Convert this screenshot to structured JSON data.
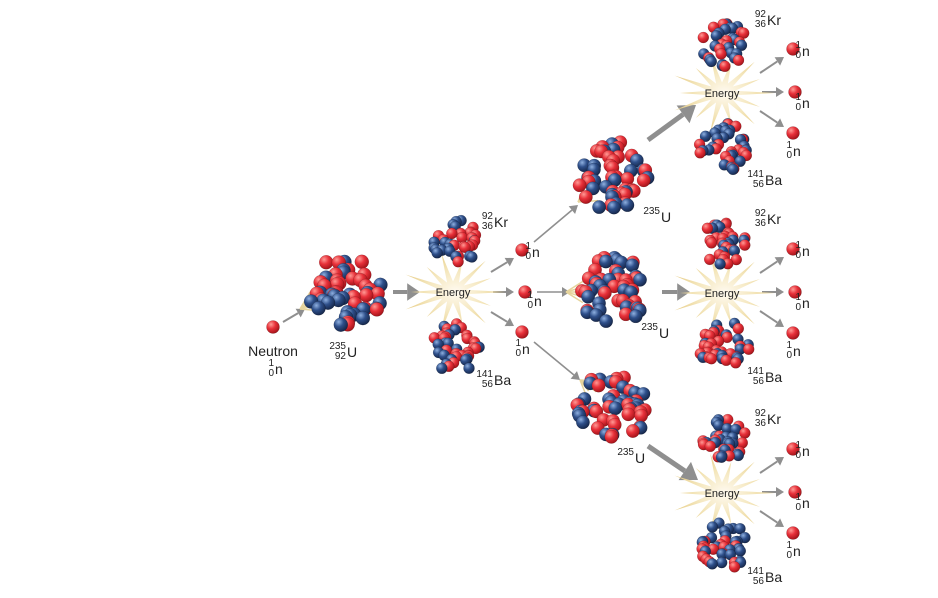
{
  "colors": {
    "proton": "#e8313a",
    "neutron": "#2e4f8a",
    "arrow": "#8f8f8f",
    "energy_burst": "#f2e3b3"
  },
  "labels": {
    "neutron_word": "Neutron",
    "neutron_symbol": {
      "mass": "1",
      "atomic": "0",
      "element": "n"
    },
    "u235": {
      "mass": "235",
      "atomic": "92",
      "element": "U"
    },
    "u235_short": {
      "mass": "235",
      "element": "U"
    },
    "kr92": {
      "mass": "92",
      "atomic": "36",
      "element": "Kr"
    },
    "ba141": {
      "mass": "141",
      "atomic": "56",
      "element": "Ba"
    },
    "energy": "Energy"
  }
}
